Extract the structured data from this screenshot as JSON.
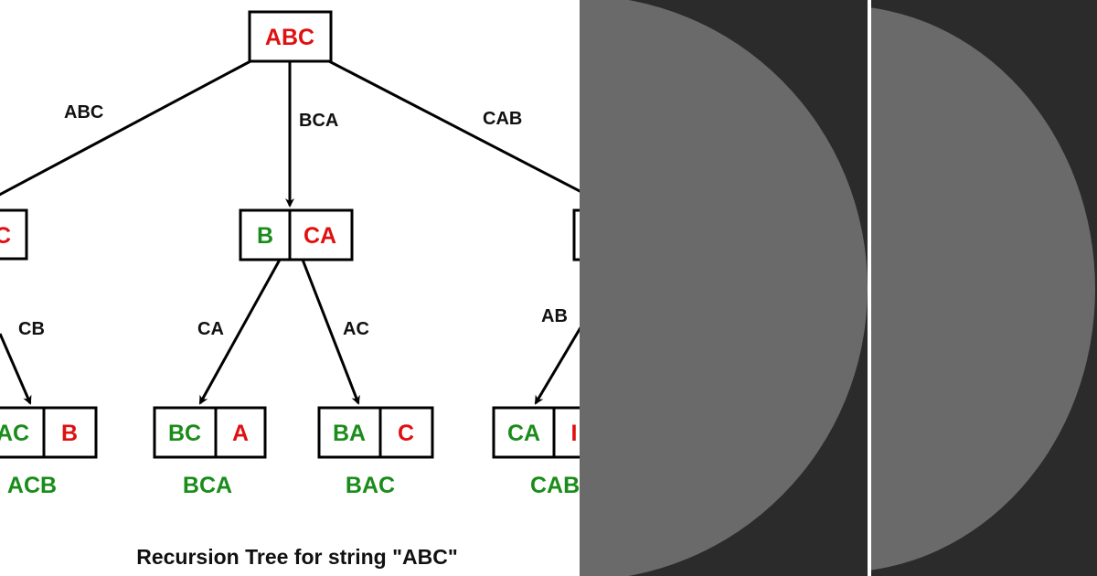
{
  "colors": {
    "fixed": "#1a8c1a",
    "remaining": "#e01010",
    "line": "#000000",
    "overlay_bg": "#2b2b2b",
    "overlay_shape": "#6a6a6a"
  },
  "root": {
    "text": "ABC"
  },
  "level1": [
    {
      "fixed": "",
      "rest": "C",
      "edge_label": "ABC"
    },
    {
      "fixed": "B",
      "rest": "CA",
      "edge_label": "BCA"
    },
    {
      "fixed": "",
      "rest": "",
      "edge_label": "CAB"
    }
  ],
  "level2": [
    {
      "fixed": "AC",
      "rest": "B",
      "edge_label": "CB",
      "result": "ACB"
    },
    {
      "fixed": "BC",
      "rest": "A",
      "edge_label": "CA",
      "result": "BCA"
    },
    {
      "fixed": "BA",
      "rest": "C",
      "edge_label": "AC",
      "result": "BAC"
    },
    {
      "fixed": "CA",
      "rest": "I",
      "edge_label": "AB",
      "result": "CAB"
    }
  ],
  "caption": "Recursion Tree for string \"ABC\""
}
